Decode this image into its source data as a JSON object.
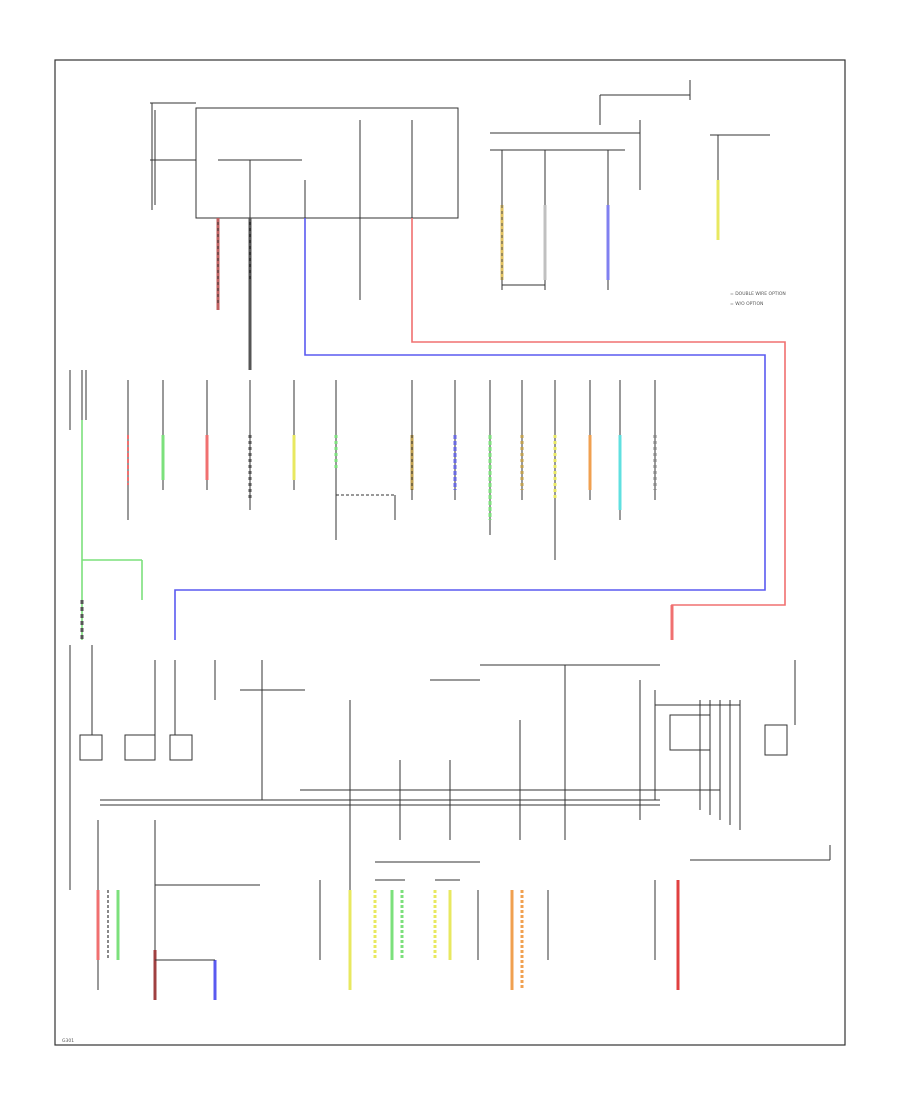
{
  "diagram": {
    "note_lines": [
      "= DOUBLE WIRE OPTION",
      "= W/O OPTION"
    ],
    "wire_colors": {
      "frame": "#555555",
      "blue": "#5a5af0",
      "red": "#f07070",
      "green": "#7ce07c",
      "yellow": "#e8e860",
      "orange": "#f0a050",
      "cyan": "#60e0e0",
      "dark_red": "#a04040",
      "purple": "#6a6ae0",
      "tan": "#c0a050",
      "brown": "#a06040"
    },
    "bottom_left_tag": "G301"
  }
}
